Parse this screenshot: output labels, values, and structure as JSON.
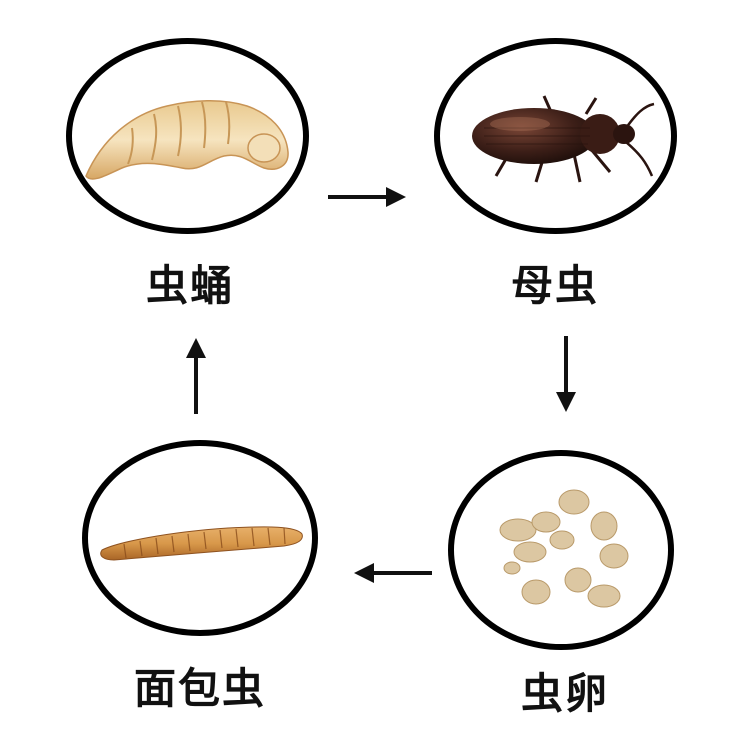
{
  "stages": {
    "pupa": {
      "label": "虫蛹",
      "icon": "pupa-icon"
    },
    "beetle": {
      "label": "母虫",
      "icon": "beetle-icon"
    },
    "eggs": {
      "label": "虫卵",
      "icon": "eggs-icon"
    },
    "larva": {
      "label": "面包虫",
      "icon": "mealworm-icon"
    }
  },
  "colors": {
    "outline": "#000000",
    "pupa": "#f0d7a6",
    "beetle": "#3a1e17",
    "eggs": "#dcc7a2",
    "larva": "#c98a3d"
  }
}
